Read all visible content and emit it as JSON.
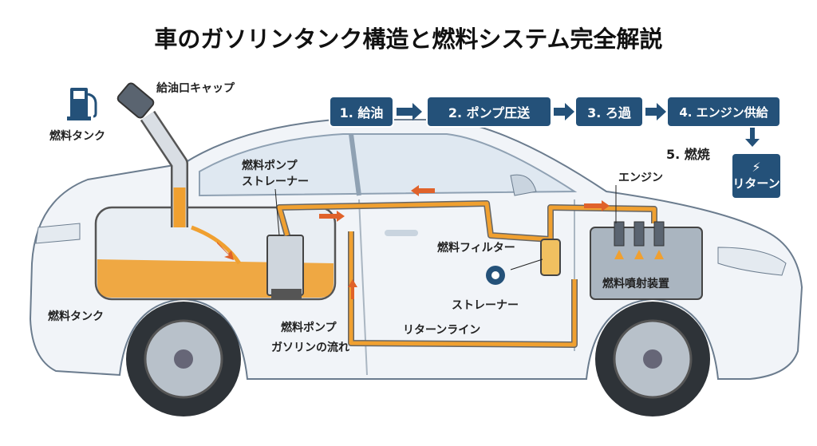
{
  "title": "車のガソリンタンク構造と燃料システム完全解説",
  "labels": {
    "fuel_tank_icon_label": "燃料タンク",
    "filler_cap": "給油口キャップ",
    "pump_strainer_line1": "燃料ポンプ",
    "pump_strainer_line2": "ストレーナー",
    "fuel_filter": "燃料フィルター",
    "strainer": "ストレーナー",
    "injector": "燃料噴射装置",
    "engine": "エンジン",
    "fuel_tank": "燃料タンク",
    "fuel_pump": "燃料ポンプ",
    "gasoline_flow": "ガソリンの流れ",
    "return_line": "リターンライン"
  },
  "flow": {
    "steps": [
      "1. 給油",
      "2. ポンプ圧送",
      "3. ろ過",
      "4. エンジン供給"
    ],
    "step5": "5. 燃焼",
    "return_box": "リターン"
  },
  "icons": [
    "fuel-pump-icon",
    "engine-icon",
    "gear-icon"
  ],
  "colors": {
    "navy": "#245179",
    "fuel": "#f0a030",
    "arrow": "#e0622a"
  }
}
